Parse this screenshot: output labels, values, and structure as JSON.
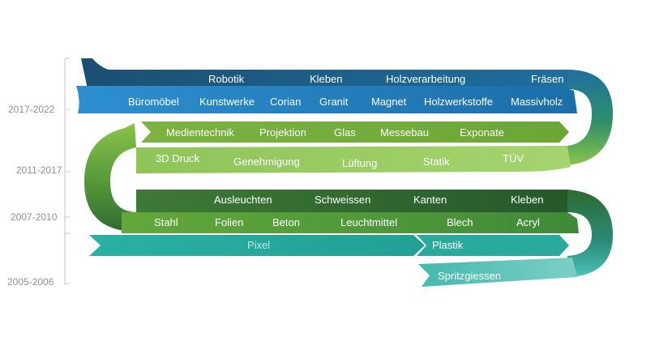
{
  "years": {
    "y2017": "2017-2022",
    "y2011": "2011-2017",
    "y2007": "2007-2010",
    "y2005": "2005-2006"
  },
  "bands": {
    "top_dark": [
      "Robotik",
      "Kleben",
      "Holzverarbeitung",
      "Fräsen"
    ],
    "top_blue": [
      "Büromöbel",
      "Kunstwerke",
      "Corian",
      "Granit",
      "Magnet",
      "Holzwerkstoffe",
      "Massivholz"
    ],
    "green_arrow": [
      "Medientechnik",
      "Projektion",
      "Glas",
      "Messebau",
      "Exponate"
    ],
    "light_green": [
      "3D Druck",
      "Genehmigung",
      "Lüftung",
      "Statik",
      "TÜV"
    ],
    "dark_green": [
      "Ausleuchten",
      "Schweissen",
      "Kanten",
      "Kleben"
    ],
    "green_mid": [
      "Stahl",
      "Folien",
      "Beton",
      "Leuchtmittel",
      "Blech",
      "Acryl"
    ],
    "teal": [
      "Pixel",
      "Plastik",
      "Spritzgiessen"
    ]
  },
  "colors": {
    "top_dark": "#1f5f8b",
    "top_blue": "#2e86c1",
    "green_arrow": "#7cb342",
    "light_green": "#9ccc65",
    "dark_green": "#2e6b2f",
    "green_mid": "#5a9c3a",
    "teal": "#26a69a",
    "teal_light": "#4dc3b6"
  }
}
